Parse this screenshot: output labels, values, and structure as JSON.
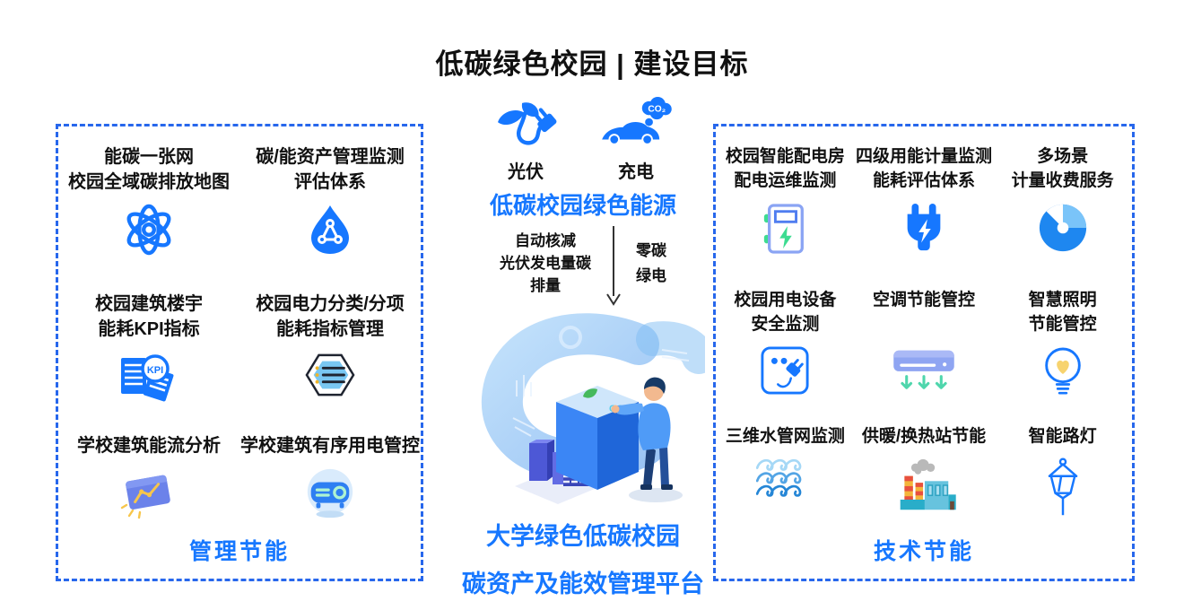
{
  "title": "低碳绿色校园 | 建设目标",
  "colors": {
    "accent": "#1677ff",
    "dashed_border": "#2767ec",
    "text": "#111111"
  },
  "left_panel": {
    "kpi_badge": "KPI",
    "items": [
      {
        "label": "能碳一张网\n校园全域碳排放地图",
        "icon": "atom-icon"
      },
      {
        "label": "碳/能资产管理监测\n评估体系",
        "icon": "carbon-asset-drop-icon"
      },
      {
        "label": "校园建筑楼宇\n能耗KPI指标",
        "icon": "kpi-report-icon"
      },
      {
        "label": "校园电力分类/分项\n能耗指标管理",
        "icon": "hexagon-list-icon"
      },
      {
        "label": "学校建筑能流分析",
        "icon": "energy-flow-board-icon"
      },
      {
        "label": "学校建筑有序用电管控",
        "icon": "projector-icon"
      }
    ],
    "footer": "管理节能"
  },
  "center": {
    "sources": [
      {
        "label": "光伏",
        "icon": "solar-leaf-plug-icon"
      },
      {
        "label": "充电",
        "icon": "ev-charging-car-icon"
      }
    ],
    "co2_label": "CO₂",
    "green_energy_title": "低碳校园绿色能源",
    "left_note": "自动核减\n光伏发电量碳\n排量",
    "right_note": "零碳\n绿电",
    "platform_title_line1": "大学绿色低碳校园",
    "platform_title_line2": "碳资产及能效管理平台"
  },
  "right_panel": {
    "items": [
      {
        "label": "校园智能配电房\n配电运维监测",
        "icon": "power-cabinet-icon"
      },
      {
        "label": "四级用能计量监测\n能耗评估体系",
        "icon": "power-plug-icon"
      },
      {
        "label": "多场景\n计量收费服务",
        "icon": "metering-disc-icon"
      },
      {
        "label": "校园用电设备\n安全监测",
        "icon": "socket-plug-icon"
      },
      {
        "label": "空调节能管控",
        "icon": "air-conditioner-icon"
      },
      {
        "label": "智慧照明\n节能管控",
        "icon": "smart-bulb-icon"
      },
      {
        "label": "三维水管网监测",
        "icon": "water-waves-icon"
      },
      {
        "label": "供暖/换热站节能",
        "icon": "heating-station-icon"
      },
      {
        "label": "智能路灯",
        "icon": "street-lamp-icon"
      }
    ],
    "footer": "技术节能"
  }
}
